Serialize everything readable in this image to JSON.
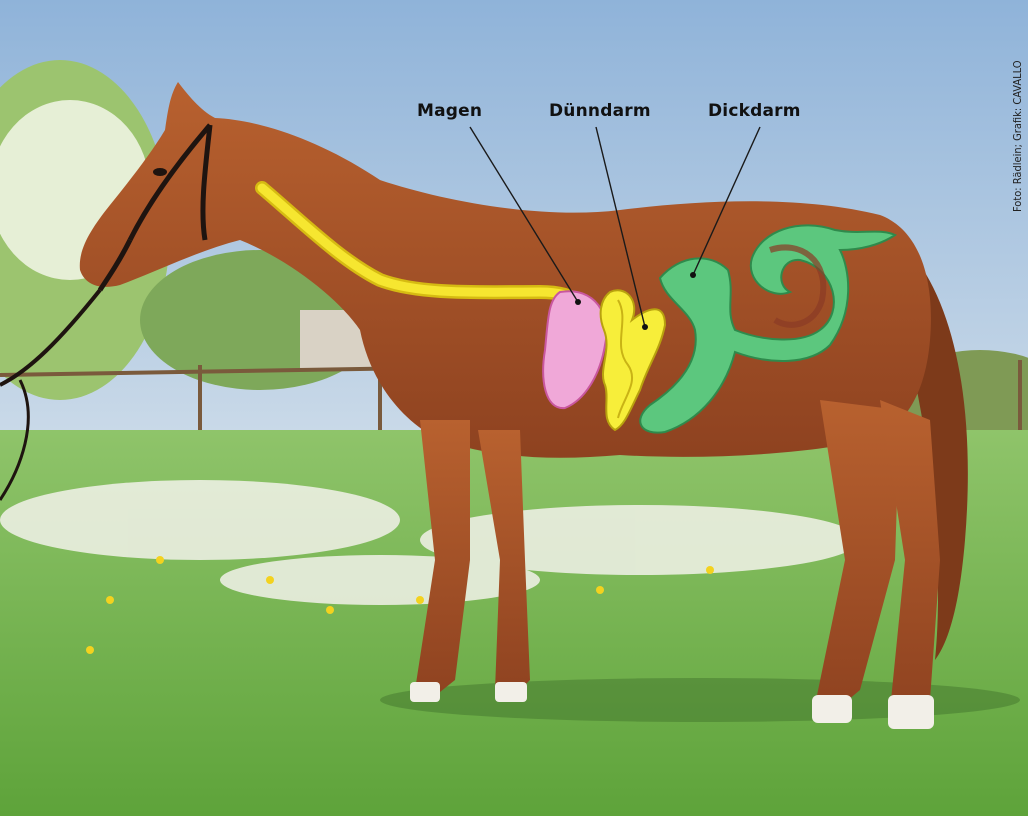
{
  "labels": {
    "stomach": "Magen",
    "small_intestine": "Dünndarm",
    "large_intestine": "Dickdarm"
  },
  "credit": "Foto: Rädlein; Grafik: CAVALLO",
  "colors": {
    "esophagus": "#f2e021",
    "stomach": "#f0a8d8",
    "small_intestine": "#f7ee3a",
    "large_intestine": "#5cc77e",
    "coat": "#a8522a",
    "sky": "#a8c4e0",
    "grass": "#6cb04a"
  }
}
